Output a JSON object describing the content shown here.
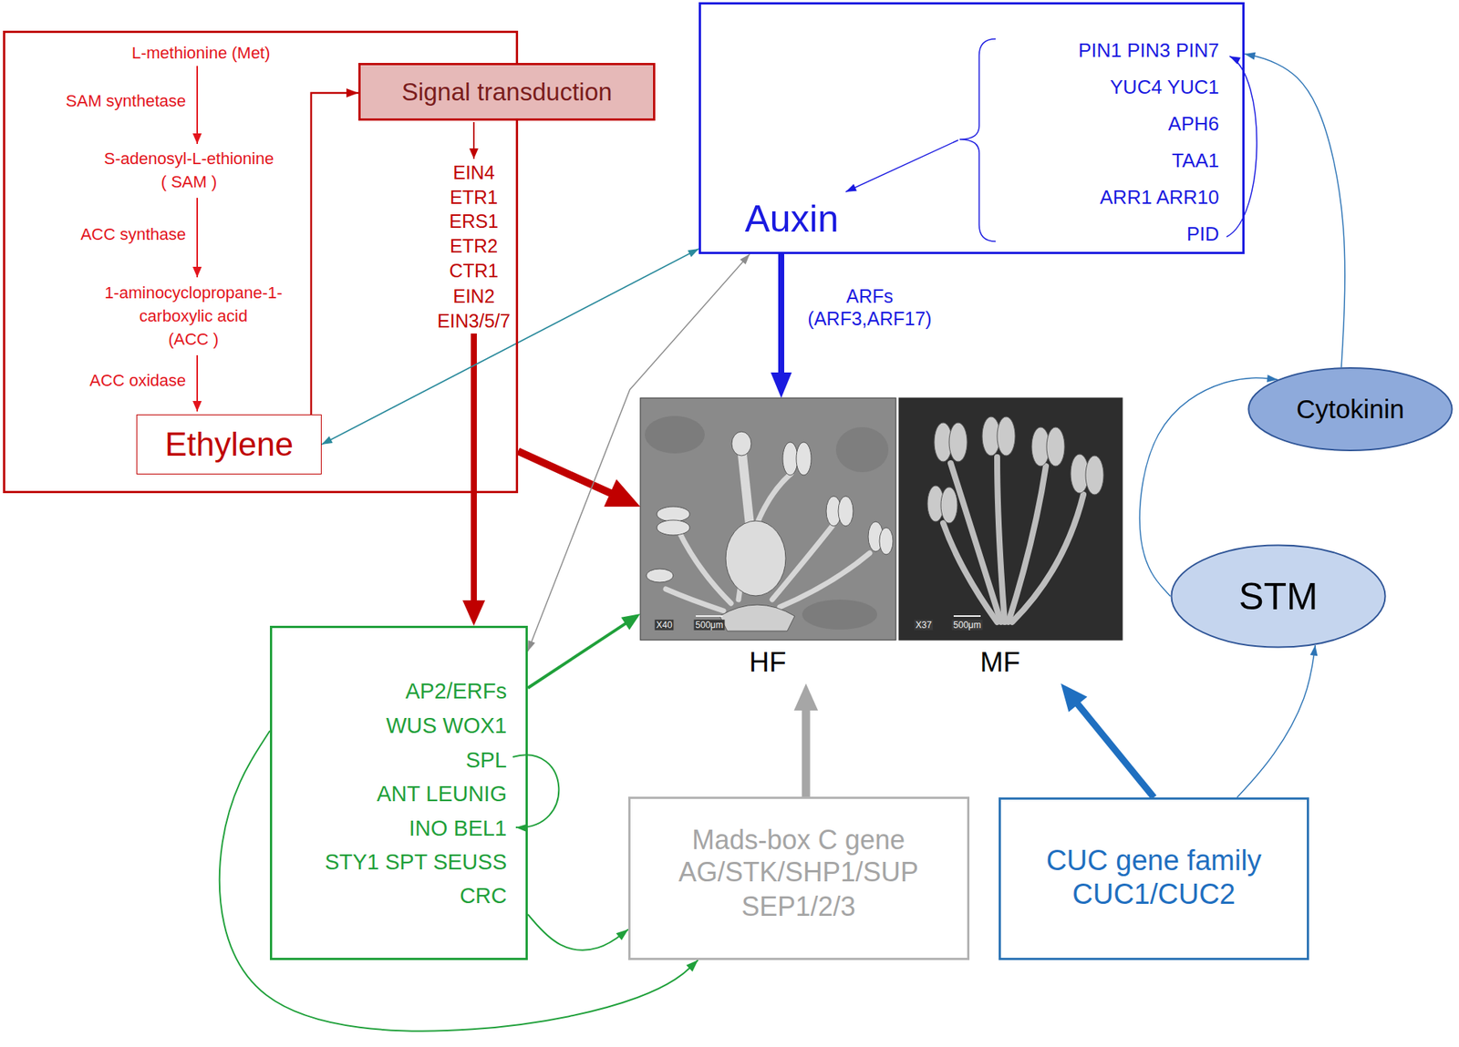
{
  "diagram": {
    "nodes": [
      {
        "text": [
          "L-methionine (Met)",
          "SAM synthetase",
          "S-adenosyl-L-ethionine ( SAM )",
          "ACC synthase",
          "1-aminocyclopropane-1- carboxylic acid (ACC )",
          "ACC oxidase",
          "EIN4",
          "ETR1",
          "ERS1",
          "ETR2",
          "CTR1",
          "EIN2",
          "EIN3/5/7"
        ]
      },
      {
        "text": [
          "Signal transduction"
        ],
        "in": 0
      },
      {
        "text": [
          "Ethylene"
        ],
        "in": 0
      },
      {
        "text": [
          "Auxin",
          "PIN1 PIN3 PIN7",
          "YUC4 YUC1",
          "APH6",
          "TAA1",
          "ARR1 ARR10",
          "PID"
        ]
      },
      {
        "text": [
          "AP2/ERFs",
          "WUS WOX1",
          "SPL",
          "ANT LEUNIG",
          "INO BEL1",
          "STY1 SPT SEUSS",
          "CRC"
        ]
      },
      {
        "text": [
          "HF"
        ]
      },
      {
        "text": [
          "MF"
        ]
      },
      {
        "text": [
          "Mads-box C gene",
          "AG/STK/SHP1/SUP",
          "SEP1/2/3"
        ]
      },
      {
        "text": [
          "CUC gene family",
          "CUC1/CUC2"
        ]
      },
      {
        "text": [
          "STM"
        ]
      },
      {
        "text": [
          "Cytokinin"
        ]
      }
    ],
    "edges": [
      {
        "from": 2,
        "to": 1,
        "arrow": "to"
      },
      {
        "from": 0,
        "to": 4,
        "arrow": "to"
      },
      {
        "from": 2,
        "to": 3,
        "arrow": "both"
      },
      {
        "from": 0,
        "to": 5,
        "arrow": "to"
      },
      {
        "from": 3,
        "to": 5,
        "label": "ARFs (ARF3,ARF17)",
        "arrow": "to"
      },
      {
        "from": 4,
        "to": 3,
        "arrow": "both"
      },
      {
        "from": 4,
        "to": 5,
        "arrow": "to"
      },
      {
        "from": 4,
        "to": 7,
        "arrow": "to"
      },
      {
        "from": 4,
        "to": 7,
        "arrow": "to"
      },
      {
        "from": 7,
        "to": 5,
        "arrow": "to"
      },
      {
        "from": 8,
        "to": 6,
        "arrow": "to"
      },
      {
        "from": 8,
        "to": 9,
        "arrow": "to"
      },
      {
        "from": 9,
        "to": 10,
        "arrow": "to"
      },
      {
        "from": 10,
        "to": 3,
        "arrow": "to"
      }
    ],
    "labels": [
      "X40",
      "500μm",
      "X37",
      "500μm"
    ]
  }
}
